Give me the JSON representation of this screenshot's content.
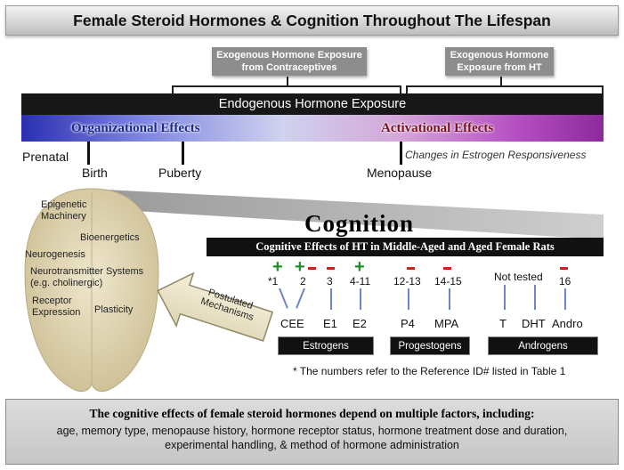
{
  "title": "Female Steroid Hormones & Cognition Throughout The Lifespan",
  "exogenous_contraceptives": "Exogenous Hormone Exposure from Contraceptives",
  "exogenous_ht": "Exogenous Hormone Exposure from HT",
  "endogenous": "Endogenous Hormone Exposure",
  "organizational": "Organizational Effects",
  "activational": "Activational Effects",
  "timeline": {
    "prenatal": "Prenatal",
    "birth": "Birth",
    "puberty": "Puberty",
    "menopause": "Menopause",
    "estrogen_responsiveness": "Changes in Estrogen Responsiveness"
  },
  "mechanisms": {
    "epigenetic": "Epigenetic Machinery",
    "bioenergetics": "Bioenergetics",
    "neurogenesis": "Neurogenesis",
    "neurotransmitter": "Neurotransmitter Systems (e.g. cholinergic)",
    "receptor": "Receptor Expression",
    "plasticity": "Plasticity",
    "arrow_label": "Postulated Mechanisms"
  },
  "cognition": "Cognition",
  "cognition_sub": "Cognitive Effects of HT in Middle-Aged and Aged Female Rats",
  "refs": [
    {
      "label": "*1",
      "effect": "plus"
    },
    {
      "label": "2",
      "effect": "plus-minus"
    },
    {
      "label": "3",
      "effect": "minus"
    },
    {
      "label": "4-11",
      "effect": "plus"
    },
    {
      "label": "12-13",
      "effect": "minus"
    },
    {
      "label": "14-15",
      "effect": "minus"
    },
    {
      "label": "Not tested",
      "effect": "none"
    },
    {
      "label": "16",
      "effect": "minus"
    }
  ],
  "hormones": [
    "CEE",
    "E1",
    "E2",
    "P4",
    "MPA",
    "T",
    "DHT",
    "Andro"
  ],
  "groups": {
    "estrogens": "Estrogens",
    "progestogens": "Progestogens",
    "androgens": "Androgens"
  },
  "footnote": "* The numbers refer to the Reference ID# listed in Table 1",
  "bottom": {
    "heading": "The cognitive effects of female steroid hormones depend on multiple factors, including:",
    "line1": "age, memory type, menopause history, hormone receptor status, hormone treatment dose and duration,",
    "line2": "experimental handling, & method of hormone administration"
  },
  "colors": {
    "plus": "#1f8f2a",
    "minus": "#d21d1d",
    "bar_start": "#2a2fb0",
    "bar_end": "#8c2a9c",
    "brain": "#d9cfac"
  }
}
